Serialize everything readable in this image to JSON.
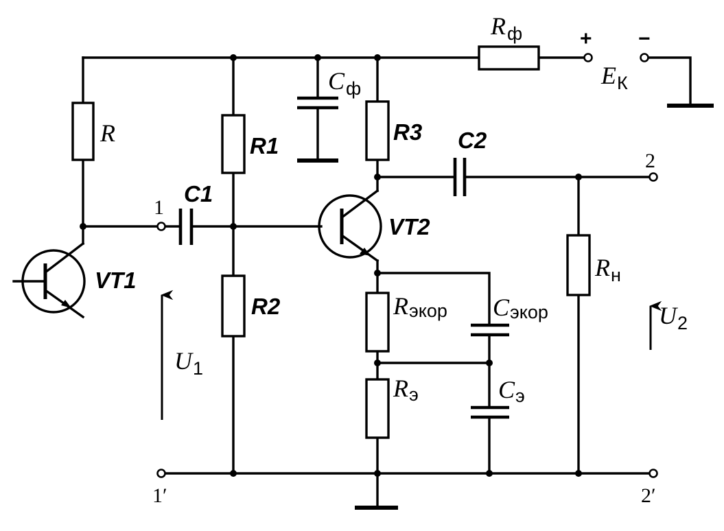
{
  "labels": {
    "r": "R",
    "r1": "R1",
    "r2": "R2",
    "r3": "R3",
    "rf_main": "R",
    "rf_sub": "ф",
    "cf_main": "C",
    "cf_sub": "ф",
    "c1": "C1",
    "c2": "C2",
    "vt1": "VT1",
    "vt2": "VT2",
    "rekor_main": "R",
    "rekor_sub": "экор",
    "cekor_main": "C",
    "cekor_sub": "экор",
    "re_main": "R",
    "re_sub": "э",
    "ce_main": "C",
    "ce_sub": "э",
    "rn_main": "R",
    "rn_sub": "н",
    "ek_main": "E",
    "ek_sub": "К",
    "u1_main": "U",
    "u1_sub": "1",
    "u2_main": "U",
    "u2_sub": "2",
    "plus": "+",
    "minus": "−",
    "term1": "1",
    "term1p": "1′",
    "term2": "2",
    "term2p": "2′"
  }
}
